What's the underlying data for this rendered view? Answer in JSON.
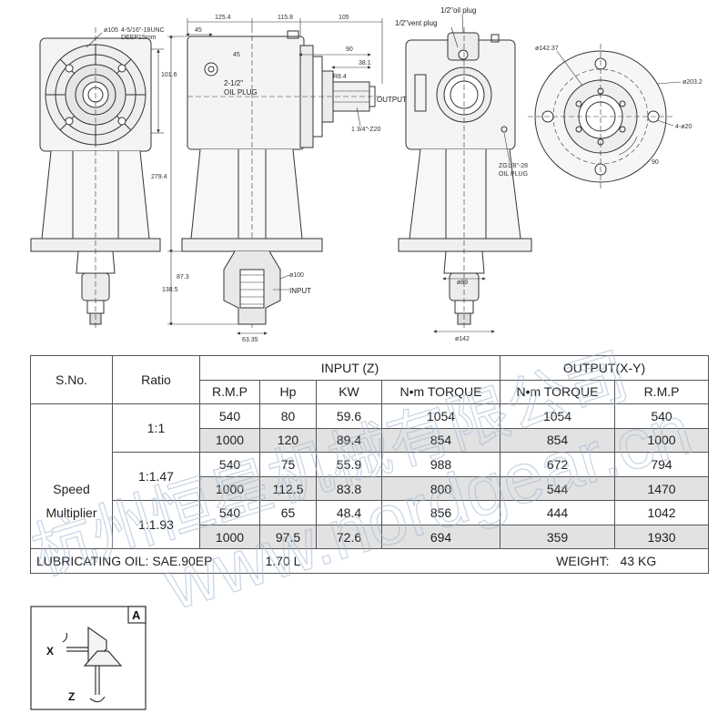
{
  "drawing": {
    "dims": {
      "bolt_pattern": "ø105",
      "bolt_spec": "4-5/16\"-18UNC",
      "bolt_depth": "DEEP15mm",
      "d_125_4": "125.4",
      "d_115_8": "115.8",
      "d_105": "105",
      "d_45a": "45",
      "d_45b": "45",
      "d_101_6": "101.6",
      "d_90a": "90",
      "d_38_1": "38.1",
      "d_r8_4": "R8.4",
      "d_279_4": "279.4",
      "d_87_3": "87.3",
      "d_138_5": "138.5",
      "d_phi100": "ø100",
      "d_63_35": "63.35",
      "d_phi89": "ø89",
      "d_phi142": "ø142",
      "d_phi142_37": "ø142.37",
      "d_phi203_2": "ø203.2",
      "d_4phi20": "4-ø20",
      "d_90b": "90"
    },
    "labels": {
      "oil_plug_side": "2-1/2\"",
      "oil_plug_side2": "OIL PLUG",
      "output": "OUTPUT",
      "spline": "1 3/4\"-Z20",
      "input": "INPUT",
      "oil_plug_top": "1/2\"oil plug",
      "vent_plug": "1/2\"vent plug",
      "zg_plug": "ZG1/8\"-28",
      "zg_plug2": "OIL PLUG"
    }
  },
  "table": {
    "headers": {
      "sno": "S.No.",
      "ratio": "Ratio",
      "input": "INPUT (Z)",
      "output": "OUTPUT(X-Y)",
      "rmp": "R.M.P",
      "hp": "Hp",
      "kw": "KW",
      "torque": "N•m TORQUE",
      "out_torque": "N•m TORQUE",
      "out_rmp": "R.M.P"
    },
    "type_label_1": "Speed",
    "type_label_2": "Multiplier",
    "groups": [
      {
        "ratio": "1:1",
        "rows": [
          {
            "rmp": "540",
            "hp": "80",
            "kw": "59.6",
            "torque": "1054",
            "out_torque": "1054",
            "out_rmp": "540"
          },
          {
            "rmp": "1000",
            "hp": "120",
            "kw": "89.4",
            "torque": "854",
            "out_torque": "854",
            "out_rmp": "1000"
          }
        ]
      },
      {
        "ratio": "1:1.47",
        "rows": [
          {
            "rmp": "540",
            "hp": "75",
            "kw": "55.9",
            "torque": "988",
            "out_torque": "672",
            "out_rmp": "794"
          },
          {
            "rmp": "1000",
            "hp": "112.5",
            "kw": "83.8",
            "torque": "800",
            "out_torque": "544",
            "out_rmp": "1470"
          }
        ]
      },
      {
        "ratio": "1:1.93",
        "rows": [
          {
            "rmp": "540",
            "hp": "65",
            "kw": "48.4",
            "torque": "856",
            "out_torque": "444",
            "out_rmp": "1042"
          },
          {
            "rmp": "1000",
            "hp": "97.5",
            "kw": "72.6",
            "torque": "694",
            "out_torque": "359",
            "out_rmp": "1930"
          }
        ]
      }
    ],
    "footer": {
      "oil_label": "LUBRICATING OIL: SAE.90EP",
      "oil_volume": "1.70 L",
      "weight_label": "WEIGHT:",
      "weight_value": "43 KG"
    }
  },
  "schematic": {
    "corner": "A",
    "x_label": "X",
    "z_label": "Z"
  },
  "watermark": {
    "company": "杭州恒星机械有限公司",
    "url": "www.nordgear.cn"
  }
}
